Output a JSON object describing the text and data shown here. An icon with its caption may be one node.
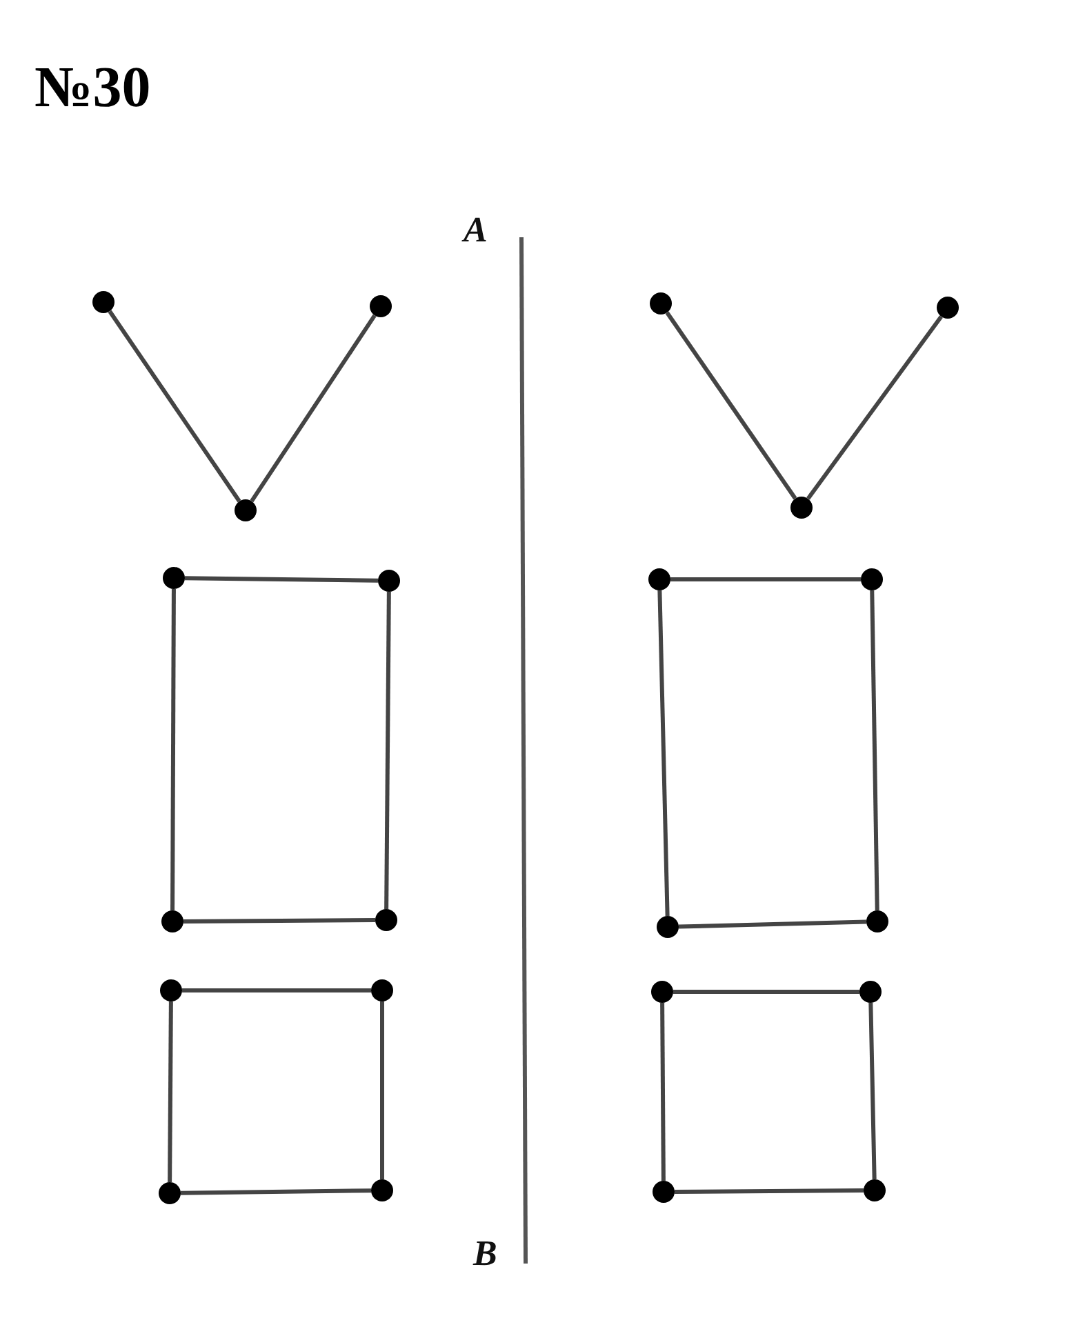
{
  "diagram": {
    "title": "№30",
    "nodes": [
      {
        "text": [],
        "shape": "circle"
      },
      {
        "text": [],
        "shape": "circle"
      },
      {
        "text": [],
        "shape": "circle"
      },
      {
        "text": [],
        "shape": "circle"
      },
      {
        "text": [],
        "shape": "circle"
      },
      {
        "text": [],
        "shape": "circle"
      },
      {
        "text": [],
        "shape": "circle"
      },
      {
        "text": [],
        "shape": "circle"
      },
      {
        "text": [],
        "shape": "circle"
      },
      {
        "text": [],
        "shape": "circle"
      },
      {
        "text": [],
        "shape": "circle"
      },
      {
        "text": [],
        "shape": "circle"
      },
      {
        "text": [],
        "shape": "circle"
      },
      {
        "text": [],
        "shape": "circle"
      },
      {
        "text": [],
        "shape": "circle"
      },
      {
        "text": [],
        "shape": "circle"
      },
      {
        "text": [],
        "shape": "circle"
      },
      {
        "text": [],
        "shape": "circle"
      },
      {
        "text": [],
        "shape": "circle"
      },
      {
        "text": [],
        "shape": "circle"
      },
      {
        "text": [],
        "shape": "circle"
      },
      {
        "text": [],
        "shape": "circle"
      }
    ],
    "edges": [
      {
        "from": 0,
        "to": 4,
        "arrow": "none"
      },
      {
        "from": 1,
        "to": 4,
        "arrow": "none"
      },
      {
        "from": 2,
        "to": 5,
        "arrow": "none"
      },
      {
        "from": 3,
        "to": 5,
        "arrow": "none"
      },
      {
        "from": 6,
        "to": 7,
        "arrow": "none"
      },
      {
        "from": 7,
        "to": 11,
        "arrow": "none"
      },
      {
        "from": 11,
        "to": 10,
        "arrow": "none"
      },
      {
        "from": 10,
        "to": 6,
        "arrow": "none"
      },
      {
        "from": 8,
        "to": 9,
        "arrow": "none"
      },
      {
        "from": 9,
        "to": 13,
        "arrow": "none"
      },
      {
        "from": 13,
        "to": 12,
        "arrow": "none"
      },
      {
        "from": 12,
        "to": 8,
        "arrow": "none"
      },
      {
        "from": 14,
        "to": 15,
        "arrow": "none"
      },
      {
        "from": 15,
        "to": 19,
        "arrow": "none"
      },
      {
        "from": 19,
        "to": 18,
        "arrow": "none"
      },
      {
        "from": 18,
        "to": 14,
        "arrow": "none"
      },
      {
        "from": 16,
        "to": 17,
        "arrow": "none"
      },
      {
        "from": 17,
        "to": 21,
        "arrow": "none"
      },
      {
        "from": 21,
        "to": 20,
        "arrow": "none"
      },
      {
        "from": 20,
        "to": 16,
        "arrow": "none"
      }
    ],
    "labels": [
      "A",
      "B"
    ]
  }
}
